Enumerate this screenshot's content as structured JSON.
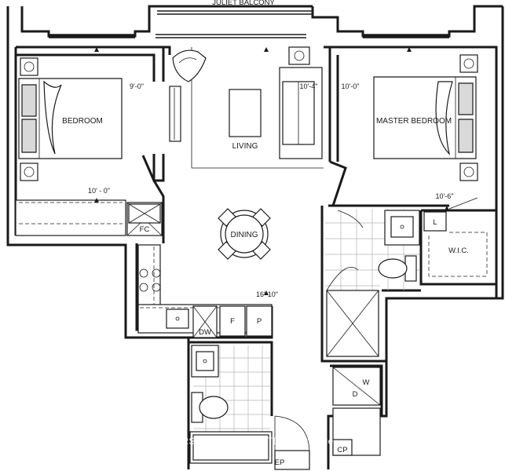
{
  "rooms": {
    "bedroom": "BEDROOM",
    "living": "LIVING",
    "dining": "DINING",
    "master_bedroom": "MASTER BEDROOM",
    "wic": "W.I.C."
  },
  "balcony": "JULIET BALCONY",
  "dimensions": {
    "bedroom_depth": "9'-0\"",
    "bedroom_width": "10' - 0\"",
    "living_depth": "10'-4\"",
    "master_depth": "10'-0\"",
    "master_width": "10'-6\"",
    "dining_length": "16'-10\""
  },
  "fixtures": {
    "fc": "FC",
    "dw": "DW",
    "f": "F",
    "p": "P",
    "l": "L",
    "w": "W",
    "d": "D",
    "ep": "EP",
    "cp": "CP"
  },
  "watermark": "SUPERSTARS REALTY LTD., Brokerage",
  "colors": {
    "walls": "#1a1a1a",
    "fixture_fill": "#d9d9d9",
    "tile_lines": "#b5b5b5"
  }
}
